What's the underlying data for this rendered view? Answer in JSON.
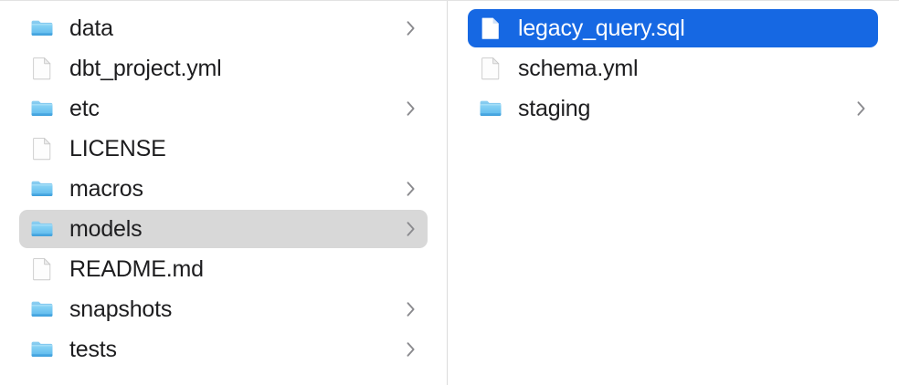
{
  "window": {
    "title": "Finder Column View",
    "view_mode": "column",
    "colors": {
      "selection_blue": "#1668e3",
      "selection_gray": "#d8d8d8",
      "folder_blue": "#6fc3f2",
      "folder_blue_dark": "#3ba3e0",
      "text": "#1d1d1f",
      "text_selected": "#ffffff",
      "divider": "#dcdcdc",
      "background": "#ffffff"
    }
  },
  "columns": [
    {
      "name": "column-1",
      "items": [
        {
          "label": "data",
          "kind": "folder",
          "icon": "folder-icon",
          "has_chevron": true,
          "state": "normal"
        },
        {
          "label": "dbt_project.yml",
          "kind": "document",
          "icon": "document-icon",
          "has_chevron": false,
          "state": "normal"
        },
        {
          "label": "etc",
          "kind": "folder",
          "icon": "folder-icon",
          "has_chevron": true,
          "state": "normal"
        },
        {
          "label": "LICENSE",
          "kind": "document",
          "icon": "document-icon",
          "has_chevron": false,
          "state": "normal"
        },
        {
          "label": "macros",
          "kind": "folder",
          "icon": "folder-icon",
          "has_chevron": true,
          "state": "normal"
        },
        {
          "label": "models",
          "kind": "folder",
          "icon": "folder-icon",
          "has_chevron": true,
          "state": "selected-gray"
        },
        {
          "label": "README.md",
          "kind": "document",
          "icon": "document-icon",
          "has_chevron": false,
          "state": "normal"
        },
        {
          "label": "snapshots",
          "kind": "folder",
          "icon": "folder-icon",
          "has_chevron": true,
          "state": "normal"
        },
        {
          "label": "tests",
          "kind": "folder",
          "icon": "folder-icon",
          "has_chevron": true,
          "state": "normal"
        }
      ]
    },
    {
      "name": "column-2",
      "items": [
        {
          "label": "legacy_query.sql",
          "kind": "document",
          "icon": "document-icon",
          "has_chevron": false,
          "state": "selected-blue"
        },
        {
          "label": "schema.yml",
          "kind": "document",
          "icon": "document-icon",
          "has_chevron": false,
          "state": "normal"
        },
        {
          "label": "staging",
          "kind": "folder",
          "icon": "folder-icon",
          "has_chevron": true,
          "state": "normal"
        }
      ]
    }
  ]
}
